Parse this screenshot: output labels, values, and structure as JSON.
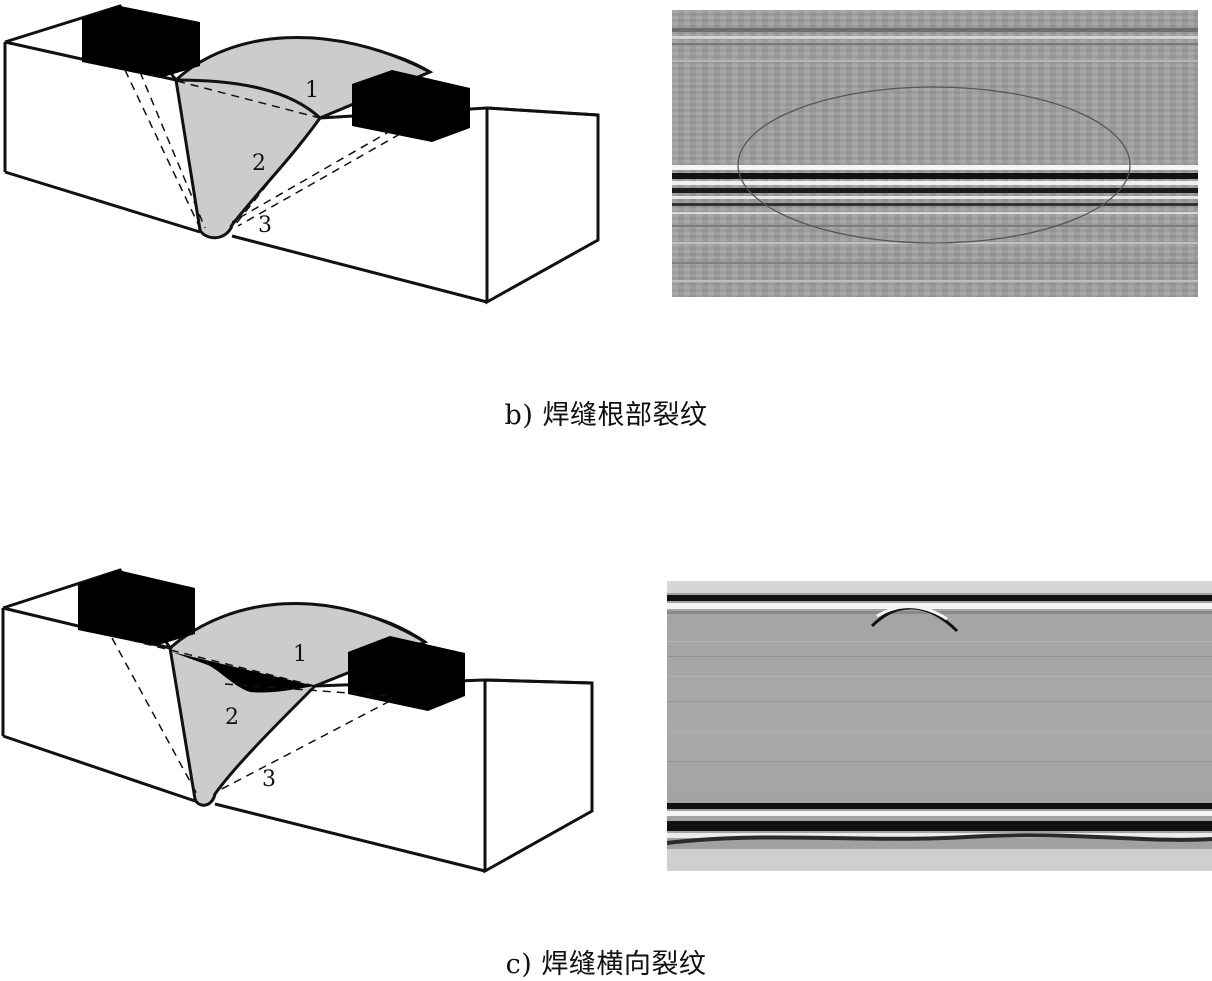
{
  "panels": [
    {
      "id": "b",
      "caption": "b) 焊缝根部裂纹",
      "zone_labels": [
        "1",
        "2",
        "3"
      ]
    },
    {
      "id": "c",
      "caption": "c) 焊缝横向裂纹",
      "zone_labels": [
        "1",
        "2",
        "3"
      ]
    }
  ],
  "colors": {
    "weld_fill": "#cccccc",
    "transducer": "#000000",
    "line": "#111111",
    "scan_background": "#9e9e9e"
  }
}
